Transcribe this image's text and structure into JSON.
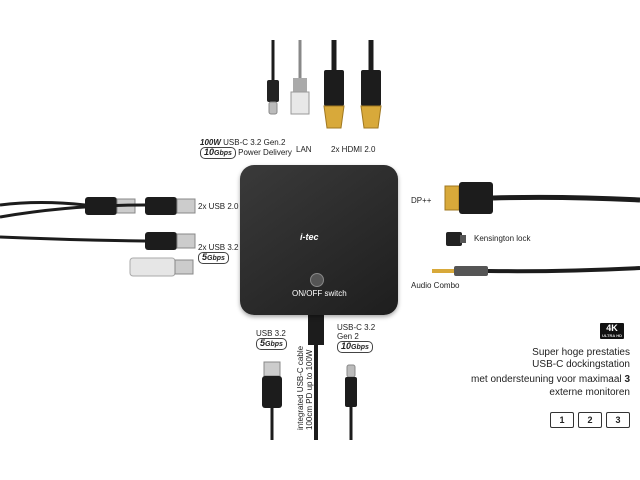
{
  "labels": {
    "usbc_top_power": "100W",
    "usbc_top_title": "USB-C 3.2 Gen.2",
    "usbc_top_speed_num": "10",
    "usbc_top_speed_unit": "Gbps",
    "usbc_top_pd": "Power Delivery",
    "lan": "LAN",
    "hdmi": "2x HDMI 2.0",
    "usb20": "2x USB 2.0",
    "usb32_left": "2x USB 3.2",
    "usb32_left_speed_num": "5",
    "usb32_left_speed_unit": "Gbps",
    "dp": "DP++",
    "kensington": "Kensington lock",
    "audio": "Audio Combo",
    "usb32_bottom": "USB 3.2",
    "usb32_bottom_speed_num": "5",
    "usb32_bottom_speed_unit": "Gbps",
    "usbc_bottom_line1": "USB-C 3.2",
    "usbc_bottom_line2": "Gen 2",
    "usbc_bottom_speed_num": "10",
    "usbc_bottom_speed_unit": "Gbps",
    "cable_line1": "integrated USB-C cable",
    "cable_line2": "100cm PD up to 100W"
  },
  "device": {
    "brand": "i-tec",
    "power_label": "ON/OFF switch"
  },
  "promo": {
    "badge_main": "4K",
    "badge_sub": "ULTRA HD",
    "line1": "Super hoge prestaties",
    "line2": "USB-C dockingstation",
    "line3_text": "met ondersteuning voor maximaal ",
    "line3_num": "3",
    "line4": "externe monitoren",
    "monitors": [
      "1",
      "2",
      "3"
    ]
  },
  "icons": {
    "usbc_top": "usb-c-plug-icon",
    "lan": "rj45-plug-icon",
    "hdmi": "hdmi-plug-icon",
    "usb_a": "usb-a-plug-icon",
    "dp": "displayport-plug-icon",
    "kensington": "lock-icon",
    "audio": "audio-jack-icon",
    "power": "power-icon",
    "monitor": "monitor-icon"
  },
  "colors": {
    "hub": "#2a2a2a",
    "gold": "#d8a93a",
    "cable": "#1c1c1c"
  }
}
